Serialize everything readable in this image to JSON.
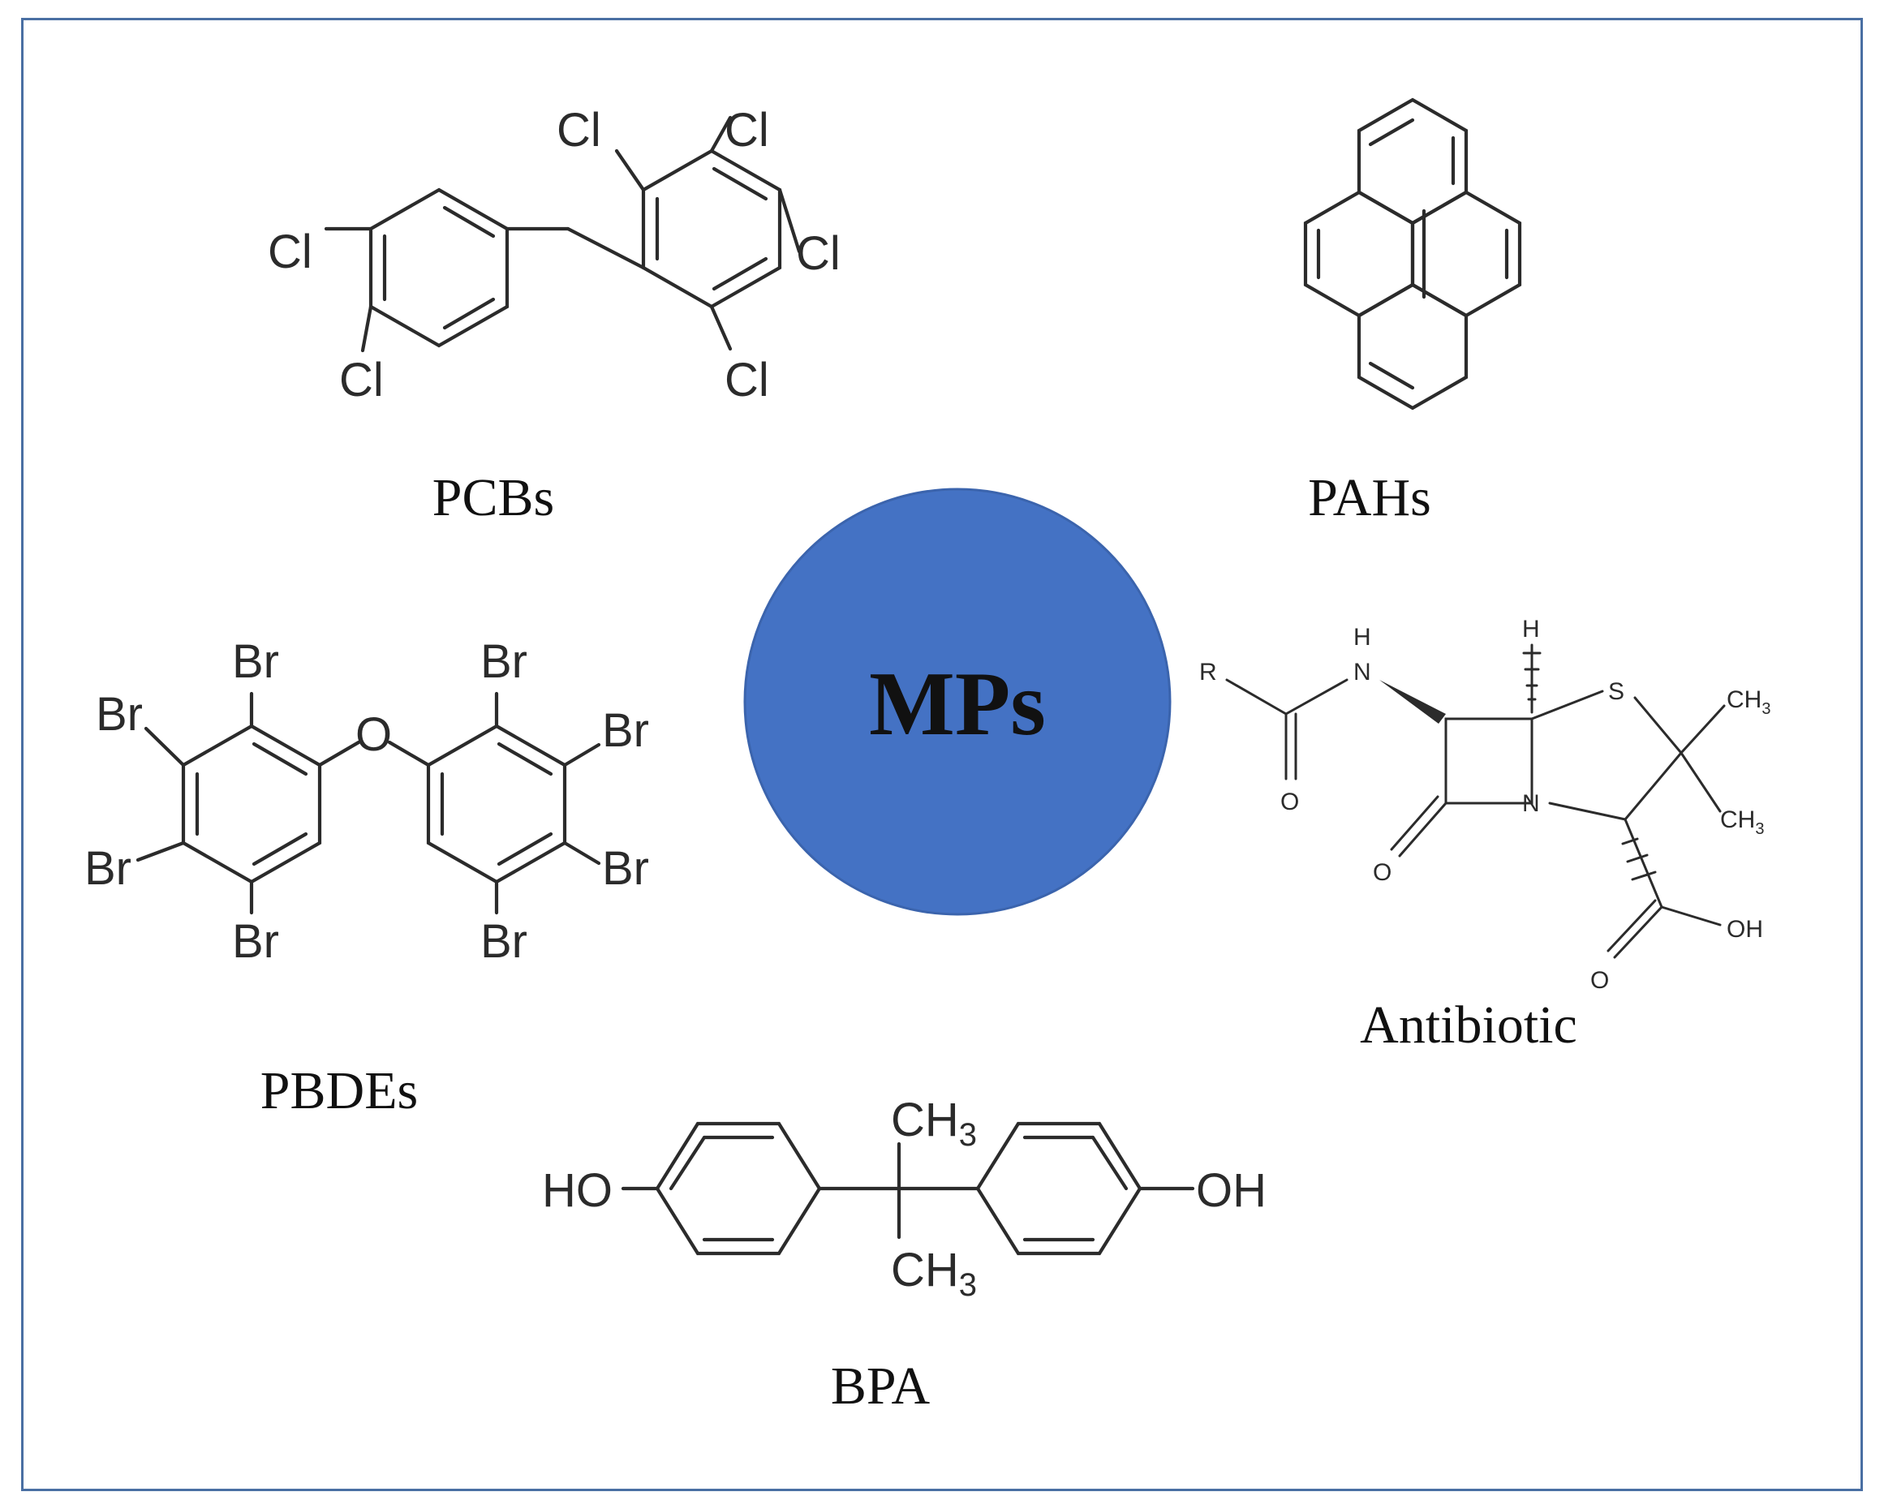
{
  "center": {
    "label": "MPs",
    "color": "#4472c4"
  },
  "compounds": {
    "pcbs": {
      "label": "PCBs",
      "atom": "Cl"
    },
    "pahs": {
      "label": "PAHs"
    },
    "pbdes": {
      "label": "PBDEs",
      "halogen": "Br",
      "oxygen": "O"
    },
    "antibiotic": {
      "label": "Antibiotic",
      "atoms": {
        "r": "R",
        "nh": "N",
        "h_n": "H",
        "h_top": "H",
        "s": "S",
        "n": "N",
        "o_amide": "O",
        "o_lactam": "O",
        "o_acid": "O",
        "oh": "OH",
        "ch3_a": "CH",
        "ch3_b": "CH",
        "sub": "3"
      }
    },
    "bpa": {
      "label": "BPA",
      "ho": "HO",
      "oh": "OH",
      "ch": "CH",
      "sub": "3"
    }
  },
  "colors": {
    "frame": "#4a6fa3",
    "bond": "#2b2b2b",
    "center_fill": "#4472c4"
  }
}
